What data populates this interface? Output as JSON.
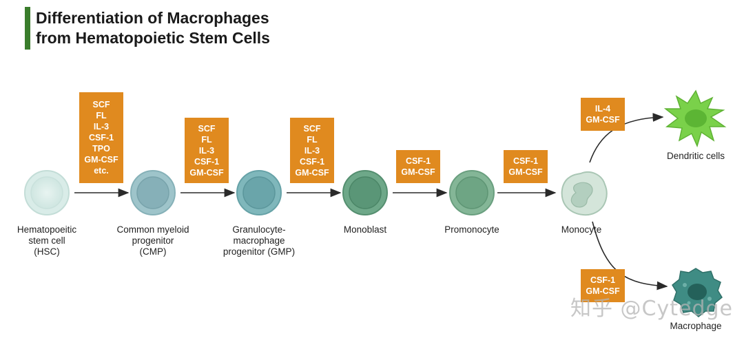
{
  "title": [
    "Differentiation of Macrophages",
    "from Hematopoietic Stem Cells"
  ],
  "cells": {
    "hsc": [
      "Hematopoeitic",
      "stem cell",
      "(HSC)"
    ],
    "cmp": [
      "Common myeloid",
      "progenitor",
      "(CMP)"
    ],
    "gmp": [
      "Granulocyte-",
      "macrophage",
      "progenitor (GMP)"
    ],
    "monoblast": [
      "Monoblast"
    ],
    "promonocyte": [
      "Promonocyte"
    ],
    "monocyte": [
      "Monocyte"
    ],
    "dendritic": [
      "Dendritic cells"
    ],
    "macrophage": [
      "Macrophage"
    ]
  },
  "factors": {
    "hsc_to_cmp": [
      "SCF",
      "FL",
      "IL-3",
      "CSF-1",
      "TPO",
      "GM-CSF",
      "etc."
    ],
    "cmp_to_gmp": [
      "SCF",
      "FL",
      "IL-3",
      "CSF-1",
      "GM-CSF"
    ],
    "gmp_to_monoblast": [
      "SCF",
      "FL",
      "IL-3",
      "CSF-1",
      "GM-CSF"
    ],
    "monoblast_to_promonocyte": [
      "CSF-1",
      "GM-CSF"
    ],
    "promonocyte_to_monocyte": [
      "CSF-1",
      "GM-CSF"
    ],
    "monocyte_to_dendritic": [
      "IL-4",
      "GM-CSF"
    ],
    "monocyte_to_macrophage": [
      "CSF-1",
      "GM-CSF"
    ]
  },
  "colors": {
    "accent_bar": "#3a7d2c",
    "factor_box": "#e08a1f",
    "hsc": "#d9ece8",
    "cmp": "#8fb9c0",
    "gmp": "#6fa9ad",
    "monoblast": "#5c9a7b",
    "promonocyte": "#6ea584",
    "monocyte": "#c8dccf",
    "dendritic": "#7ad14a",
    "macrophage": "#3f8c84"
  },
  "watermark": "知乎 @Cytedge"
}
